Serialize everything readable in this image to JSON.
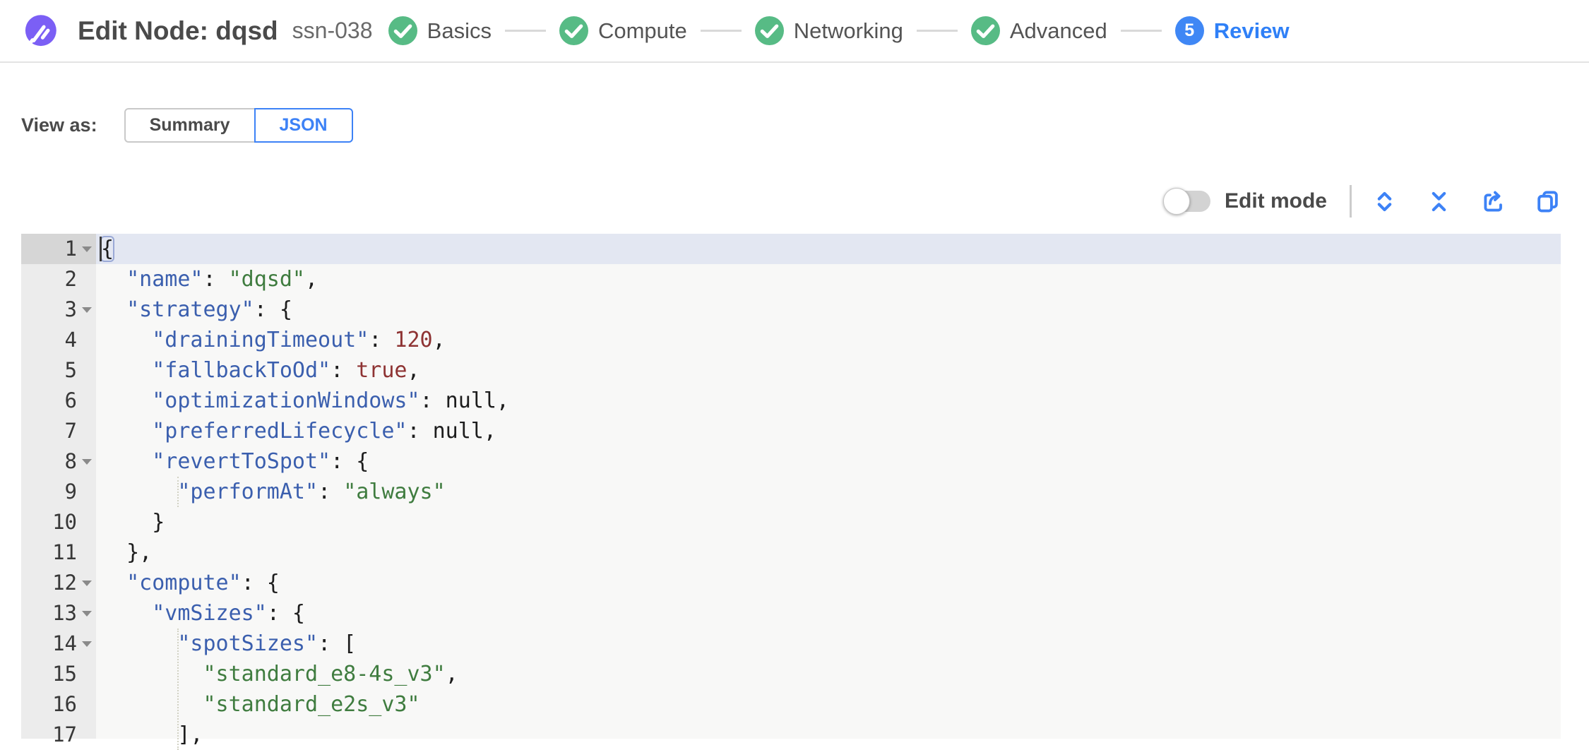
{
  "header": {
    "title": "Edit Node: dqsd",
    "subtitle": "ssn-038",
    "logo_icon": "spot-logo-icon",
    "steps": [
      {
        "label": "Basics",
        "state": "complete"
      },
      {
        "label": "Compute",
        "state": "complete"
      },
      {
        "label": "Networking",
        "state": "complete"
      },
      {
        "label": "Advanced",
        "state": "complete"
      },
      {
        "label": "Review",
        "state": "current",
        "number": "5"
      }
    ]
  },
  "view_as": {
    "label": "View as:",
    "options": [
      {
        "label": "Summary",
        "selected": false
      },
      {
        "label": "JSON",
        "selected": true
      }
    ]
  },
  "toolbar": {
    "edit_mode_label": "Edit mode",
    "edit_mode_on": false,
    "icons": [
      {
        "name": "expand-all-icon"
      },
      {
        "name": "collapse-all-icon"
      },
      {
        "name": "export-icon"
      },
      {
        "name": "copy-icon"
      }
    ]
  },
  "colors": {
    "brand_purple": "#7b5ff5",
    "step_complete_green": "#57bb85",
    "accent_blue": "#3d82f6",
    "review_blue": "#2f80f7",
    "editor_bg": "#f8f8f7",
    "gutter_bg": "#ececec",
    "active_line_bg": "#e3e7f2",
    "json_key": "#3b5fae",
    "json_string": "#3f7c3f",
    "json_number": "#8e3333"
  },
  "editor": {
    "guides": [
      {
        "col": 6,
        "from": 9,
        "to": 9
      },
      {
        "col": 6,
        "from": 14,
        "to": 17
      }
    ],
    "lines": [
      {
        "num": 1,
        "fold": true,
        "active": true,
        "cursor": true,
        "indent": 0,
        "tokens": [
          [
            "bhl",
            "{"
          ]
        ]
      },
      {
        "num": 2,
        "indent": 2,
        "tokens": [
          [
            "k",
            "\"name\""
          ],
          [
            "p",
            ": "
          ],
          [
            "s",
            "\"dqsd\""
          ],
          [
            "p",
            ","
          ]
        ]
      },
      {
        "num": 3,
        "fold": true,
        "indent": 2,
        "tokens": [
          [
            "k",
            "\"strategy\""
          ],
          [
            "p",
            ": {"
          ]
        ]
      },
      {
        "num": 4,
        "indent": 4,
        "tokens": [
          [
            "k",
            "\"drainingTimeout\""
          ],
          [
            "p",
            ": "
          ],
          [
            "n",
            "120"
          ],
          [
            "p",
            ","
          ]
        ]
      },
      {
        "num": 5,
        "indent": 4,
        "tokens": [
          [
            "k",
            "\"fallbackToOd\""
          ],
          [
            "p",
            ": "
          ],
          [
            "n",
            "true"
          ],
          [
            "p",
            ","
          ]
        ]
      },
      {
        "num": 6,
        "indent": 4,
        "tokens": [
          [
            "k",
            "\"optimizationWindows\""
          ],
          [
            "p",
            ": "
          ],
          [
            "u",
            "null"
          ],
          [
            "p",
            ","
          ]
        ]
      },
      {
        "num": 7,
        "indent": 4,
        "tokens": [
          [
            "k",
            "\"preferredLifecycle\""
          ],
          [
            "p",
            ": "
          ],
          [
            "u",
            "null"
          ],
          [
            "p",
            ","
          ]
        ]
      },
      {
        "num": 8,
        "fold": true,
        "indent": 4,
        "tokens": [
          [
            "k",
            "\"revertToSpot\""
          ],
          [
            "p",
            ": {"
          ]
        ]
      },
      {
        "num": 9,
        "indent": 6,
        "tokens": [
          [
            "k",
            "\"performAt\""
          ],
          [
            "p",
            ": "
          ],
          [
            "s",
            "\"always\""
          ]
        ]
      },
      {
        "num": 10,
        "indent": 4,
        "tokens": [
          [
            "p",
            "}"
          ]
        ]
      },
      {
        "num": 11,
        "indent": 2,
        "tokens": [
          [
            "p",
            "},"
          ]
        ]
      },
      {
        "num": 12,
        "fold": true,
        "indent": 2,
        "tokens": [
          [
            "k",
            "\"compute\""
          ],
          [
            "p",
            ": {"
          ]
        ]
      },
      {
        "num": 13,
        "fold": true,
        "indent": 4,
        "tokens": [
          [
            "k",
            "\"vmSizes\""
          ],
          [
            "p",
            ": {"
          ]
        ]
      },
      {
        "num": 14,
        "fold": true,
        "indent": 6,
        "tokens": [
          [
            "k",
            "\"spotSizes\""
          ],
          [
            "p",
            ": ["
          ]
        ]
      },
      {
        "num": 15,
        "indent": 8,
        "tokens": [
          [
            "s",
            "\"standard_e8-4s_v3\""
          ],
          [
            "p",
            ","
          ]
        ]
      },
      {
        "num": 16,
        "indent": 8,
        "tokens": [
          [
            "s",
            "\"standard_e2s_v3\""
          ]
        ]
      },
      {
        "num": 17,
        "indent": 6,
        "tokens": [
          [
            "p",
            "],"
          ]
        ]
      }
    ]
  }
}
